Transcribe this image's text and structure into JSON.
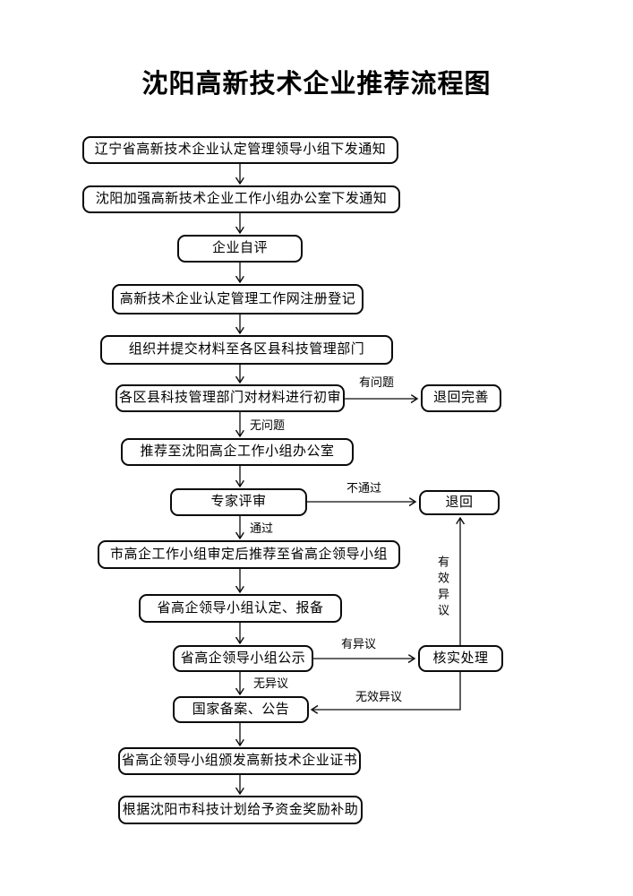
{
  "title": "沈阳高新技术企业推荐流程图",
  "nodes": {
    "notice_province": "辽宁省高新技术企业认定管理领导小组下发通知",
    "notice_city": "沈阳加强高新技术企业工作小组办公室下发通知",
    "self_eval": "企业自评",
    "register": "高新技术企业认定管理工作网注册登记",
    "submit_material": "组织并提交材料至各区县科技管理部门",
    "first_review": "各区县科技管理部门对材料进行初审",
    "return_improve": "退回完善",
    "recommend_office": "推荐至沈阳高企工作小组办公室",
    "expert_review": "专家评审",
    "return_back": "退回",
    "city_group_review": "市高企工作小组审定后推荐至省高企领导小组",
    "province_confirm": "省高企领导小组认定、报备",
    "province_publicity": "省高企领导小组公示",
    "verify_handle": "核实处理",
    "national_record": "国家备案、公告",
    "issue_certificate": "省高企领导小组颁发高新技术企业证书",
    "subsidy": "根据沈阳市科技计划给予资金奖励补助"
  },
  "edge_labels": {
    "has_problem": "有问题",
    "no_problem": "无问题",
    "fail": "不通过",
    "pass": "通过",
    "has_objection": "有异议",
    "no_objection": "无异议",
    "valid_objection": "有效异议",
    "invalid_objection": "无效异议"
  },
  "colors": {
    "background": "#ffffff",
    "line": "#0a0a0a",
    "box_border": "#0a0a0a",
    "text": "#000000"
  }
}
